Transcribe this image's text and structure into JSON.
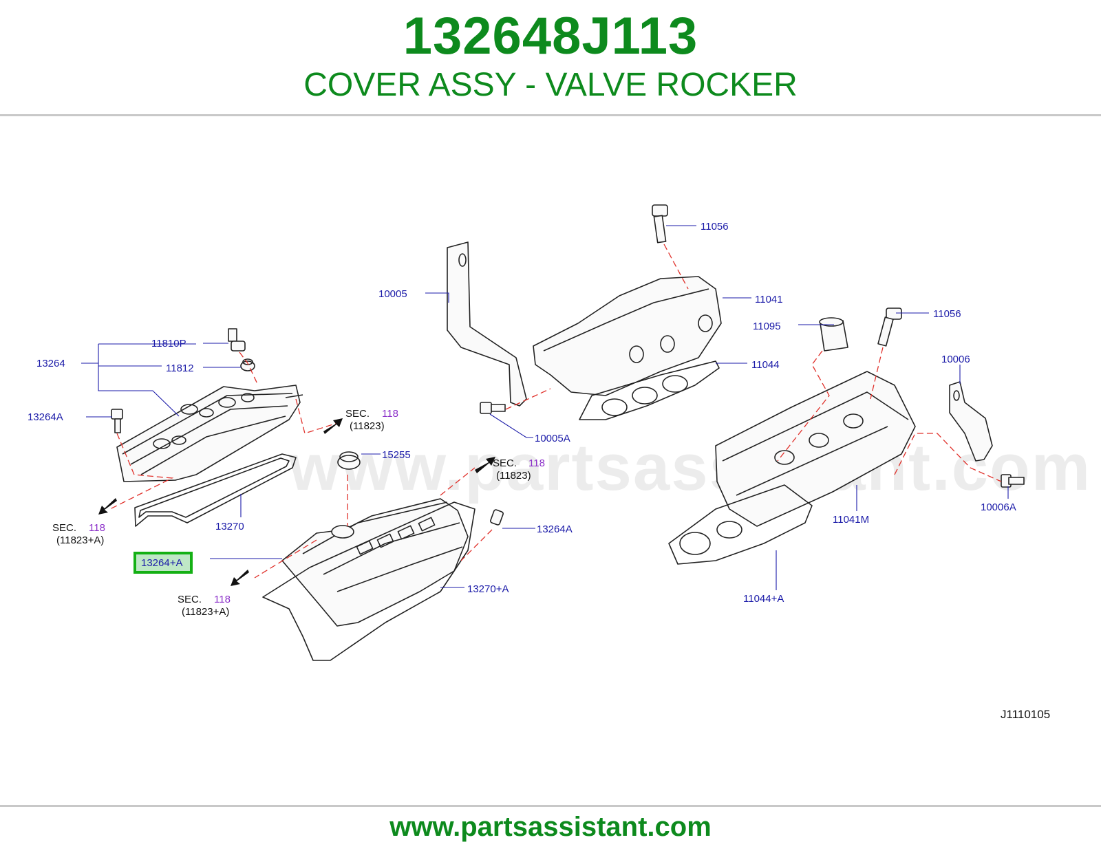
{
  "header": {
    "part_number": "132648J113",
    "description": "COVER ASSY - VALVE ROCKER"
  },
  "watermark": "www.partsassistant.com",
  "footer": {
    "url": "www.partsassistant.com"
  },
  "diagram": {
    "ref_code": "J1110105",
    "highlighted": "13264+A",
    "labels": {
      "p11056_top": "11056",
      "p10005": "10005",
      "p11041": "11041",
      "p11095": "11095",
      "p11056_right": "11056",
      "p11044": "11044",
      "p10006": "10006",
      "p13264": "13264",
      "p11810P": "11810P",
      "p11812": "11812",
      "p13264A_left": "13264A",
      "p10005A": "10005A",
      "p15255": "15255",
      "p13270": "13270",
      "p13264A_right": "13264A",
      "p13270A": "13270+A",
      "p11041M": "11041M",
      "p10006A": "10006A",
      "p11044A": "11044+A"
    },
    "section_refs": [
      {
        "prefix": "SEC.",
        "number": "118",
        "sub": "(11823)"
      },
      {
        "prefix": "SEC.",
        "number": "118",
        "sub": "(11823)"
      },
      {
        "prefix": "SEC.",
        "number": "118",
        "sub": "(11823+A)"
      },
      {
        "prefix": "SEC.",
        "number": "118",
        "sub": "(11823+A)"
      }
    ]
  }
}
